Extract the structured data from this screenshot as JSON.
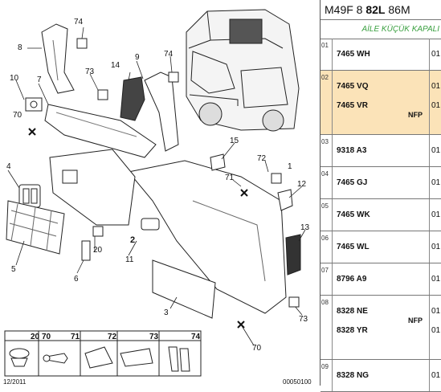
{
  "header": {
    "model_prefix": "M49F 8",
    "model_bold": "82L",
    "model_suffix": "86M",
    "subtitle": "AİLE KÜÇÜK KAPALI"
  },
  "parts_list": [
    {
      "index": "01",
      "ref": "7465 WH",
      "qty": "01",
      "nfp": "",
      "highlight": false
    },
    {
      "index": "02",
      "ref": "7465 VQ",
      "qty": "01",
      "nfp": "",
      "highlight": true,
      "ref2": "7465 VR",
      "qty2": "01",
      "nfp2": "NFP"
    },
    {
      "index": "03",
      "ref": "9318 A3",
      "qty": "01",
      "nfp": "",
      "highlight": false
    },
    {
      "index": "04",
      "ref": "7465 GJ",
      "qty": "01",
      "nfp": "",
      "highlight": false
    },
    {
      "index": "05",
      "ref": "7465 WK",
      "qty": "01",
      "nfp": "",
      "highlight": false
    },
    {
      "index": "06",
      "ref": "7465 WL",
      "qty": "01",
      "nfp": "",
      "highlight": false
    },
    {
      "index": "07",
      "ref": "8796 A9",
      "qty": "01",
      "nfp": "",
      "highlight": false
    },
    {
      "index": "08",
      "ref": "8328 NE",
      "qty": "01",
      "nfp": "NFP",
      "highlight": false,
      "ref2": "8328 YR",
      "qty2": "01",
      "nfp2": ""
    },
    {
      "index": "09",
      "ref": "8328 NG",
      "qty": "01",
      "nfp": "",
      "highlight": false
    }
  ],
  "callouts": {
    "c1": "1",
    "c2": "2",
    "c3": "3",
    "c4": "4",
    "c5": "5",
    "c6": "6",
    "c7": "7",
    "c8": "8",
    "c9": "9",
    "c10": "10",
    "c11": "11",
    "c12": "12",
    "c13": "13",
    "c14": "14",
    "c15": "15",
    "c20": "20",
    "c70a": "70",
    "c70b": "70",
    "c71": "71",
    "c72": "72",
    "c73a": "73",
    "c73b": "73",
    "c74a": "74",
    "c74b": "74"
  },
  "legend": [
    "20",
    "70",
    "71",
    "72",
    "73",
    "74"
  ],
  "footer": {
    "date": "12/2011",
    "code": "00050100"
  }
}
